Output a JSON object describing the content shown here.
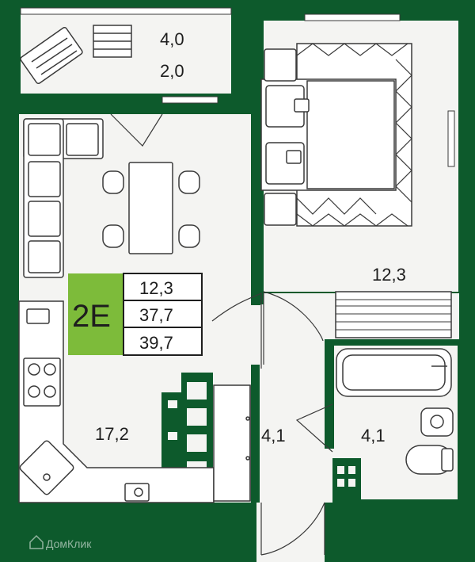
{
  "colors": {
    "wall": "#0d5a2c",
    "floor": "#f4f4f2",
    "badge_green": "#7dbb3a",
    "line": "#3a3a3a"
  },
  "badge": {
    "code": "2Е",
    "living_area": "12,3",
    "total_area": "37,7",
    "area_with_balcony": "39,7"
  },
  "rooms": {
    "balcony_area": "4,0",
    "balcony_reduced": "2,0",
    "bedroom": "12,3",
    "kitchen_living": "17,2",
    "hall": "4,1",
    "bathroom": "4,1"
  },
  "watermark": {
    "text": "ДомКлик",
    "icon": "domclick-house-icon"
  }
}
